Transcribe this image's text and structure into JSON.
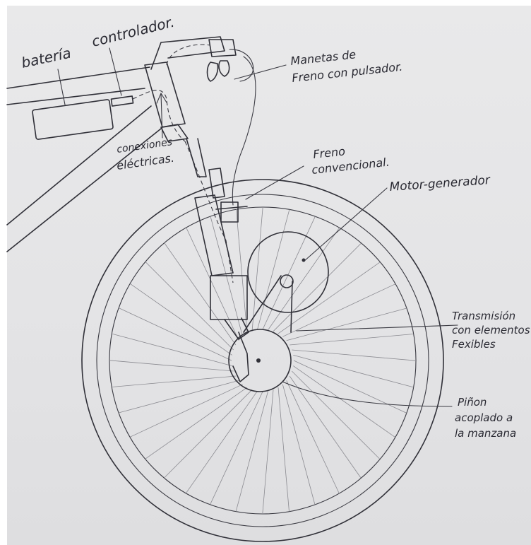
{
  "labels": {
    "bateria": "batería",
    "controlador": "controlador.",
    "manetas_line1": "Manetas de",
    "manetas_line2": "Freno con pulsador.",
    "conexiones_line1": "conexiones",
    "conexiones_line2": "eléctricas.",
    "freno_line1": "Freno",
    "freno_line2": "convencional.",
    "motor": "Motor-generador",
    "transmision_line1": "Transmisión",
    "transmision_line2": "con elementos",
    "transmision_line3": "Fexibles",
    "pinon_line1": "Piñon",
    "pinon_line2": "acoplado a",
    "pinon_line3": "la manzana"
  },
  "colors": {
    "paper": "#e6e6e8",
    "ink": "#303038",
    "spokes": "#8a8a90"
  },
  "wheel": {
    "spoke_count": 36
  }
}
